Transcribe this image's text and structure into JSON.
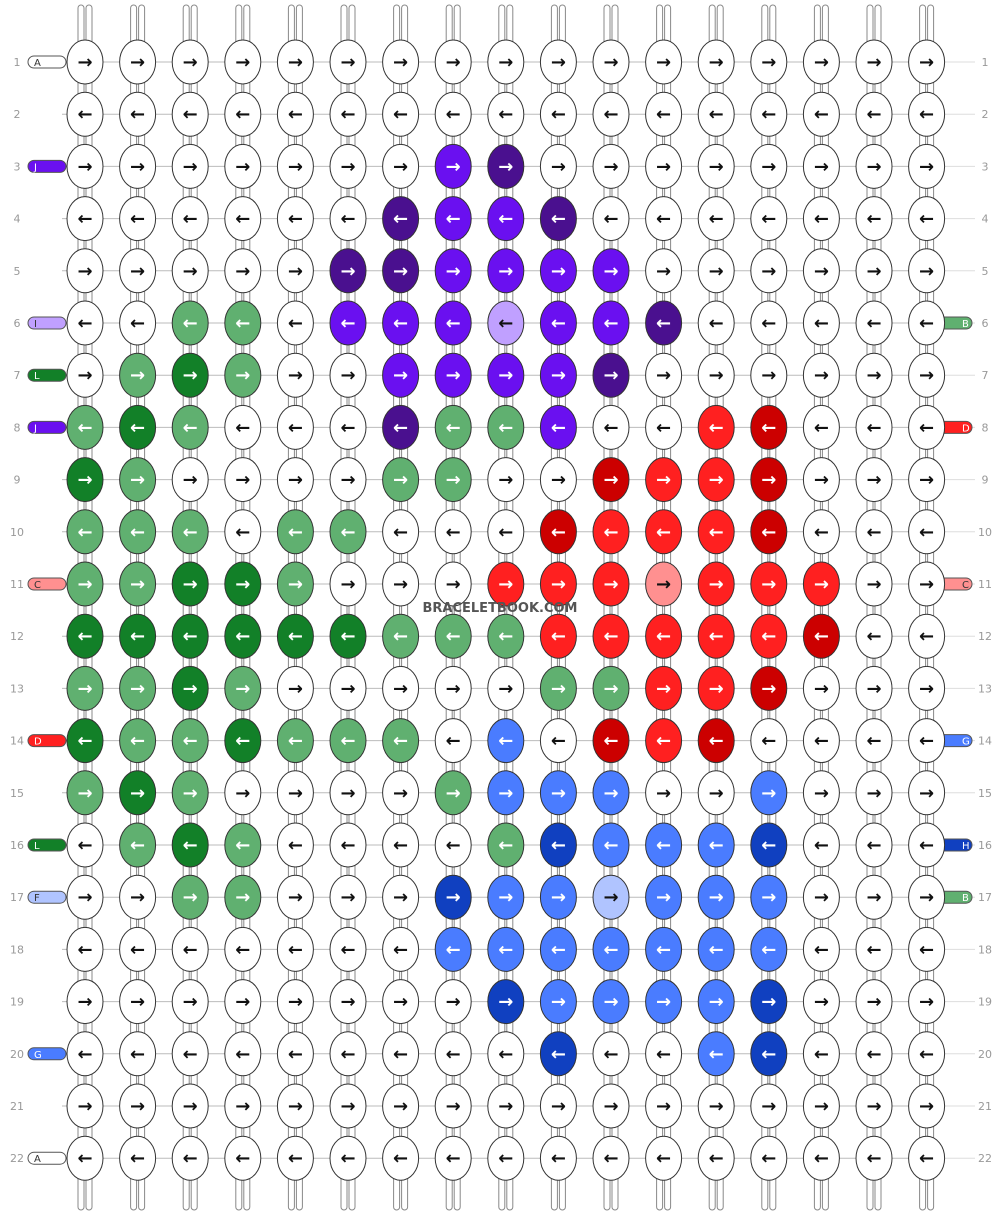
{
  "site": {
    "watermark": "BRACELETBOOK.COM"
  },
  "palette": {
    "A": "#ffffff",
    "B": "#60b070",
    "C": "#ff9090",
    "D": "#ff2020",
    "E": "#cc0000",
    "F": "#b0c4ff",
    "G": "#4a7cff",
    "H": "#1040c0",
    "I": "#c0a0ff",
    "J": "#6a10f0",
    "K": "#4a108f",
    "L": "#128028"
  },
  "left_strings": [
    {
      "row": 1,
      "letter": "A"
    },
    {
      "row": 3,
      "letter": "J"
    },
    {
      "row": 6,
      "letter": "I"
    },
    {
      "row": 7,
      "letter": "L"
    },
    {
      "row": 8,
      "letter": "J"
    },
    {
      "row": 11,
      "letter": "C"
    },
    {
      "row": 14,
      "letter": "D"
    },
    {
      "row": 16,
      "letter": "L"
    },
    {
      "row": 17,
      "letter": "F"
    },
    {
      "row": 20,
      "letter": "G"
    },
    {
      "row": 22,
      "letter": "A"
    }
  ],
  "right_strings": [
    {
      "row": 6,
      "letter": "B"
    },
    {
      "row": 8,
      "letter": "D"
    },
    {
      "row": 11,
      "letter": "C"
    },
    {
      "row": 14,
      "letter": "G"
    },
    {
      "row": 16,
      "letter": "H"
    },
    {
      "row": 17,
      "letter": "B"
    }
  ],
  "row_numbers": [
    "1",
    "2",
    "3",
    "4",
    "5",
    "6",
    "7",
    "8",
    "9",
    "10",
    "11",
    "12",
    "13",
    "14",
    "15",
    "16",
    "17",
    "18",
    "19",
    "20",
    "21",
    "22"
  ],
  "row_directions": [
    ">",
    "<",
    ">",
    "<",
    ">",
    "<",
    ">",
    "<",
    ">",
    "<",
    ">",
    "<",
    ">",
    "<",
    ">",
    "<",
    ">",
    "<",
    ">",
    "<",
    ">",
    "<"
  ],
  "grid": [
    "AAAAAAAAAAAAAAAAA",
    "AAAAAAAAAAAAAAAAA",
    "AAAAAAAJKAAAAAAAA",
    "AAAAAAKJJKAAAAAAA",
    "AAAAAKKJJJJAAAAAA",
    "AABBAJJJIJJKAAAAA",
    "ABLBAAJJJJKAAAAAA",
    "BLBAAAKBBJAADEAAA",
    "LBAAAABBAAEDDEAAA",
    "BBBABBAAAEDDDEAAA",
    "BBLLBAAADDDCDDDAA",
    "LLLLLLBBBDDDDDEAA",
    "BBLBAAAAABBDDEAAA",
    "LBBLBBBAGAEDEAAAA",
    "BLBAAAABGGGAAGAAA",
    "ABLBAAAABHGGGHAAA",
    "AABBAAAHGGFGGGAAA",
    "AAAAAAAGGGGGGGAAA",
    "AAAAAAAAHGGGGHAAA",
    "AAAAAAAAAHAAGHAAA",
    "AAAAAAAAAAAAAAAAA",
    "AAAAAAAAAAAAAAAAA"
  ]
}
